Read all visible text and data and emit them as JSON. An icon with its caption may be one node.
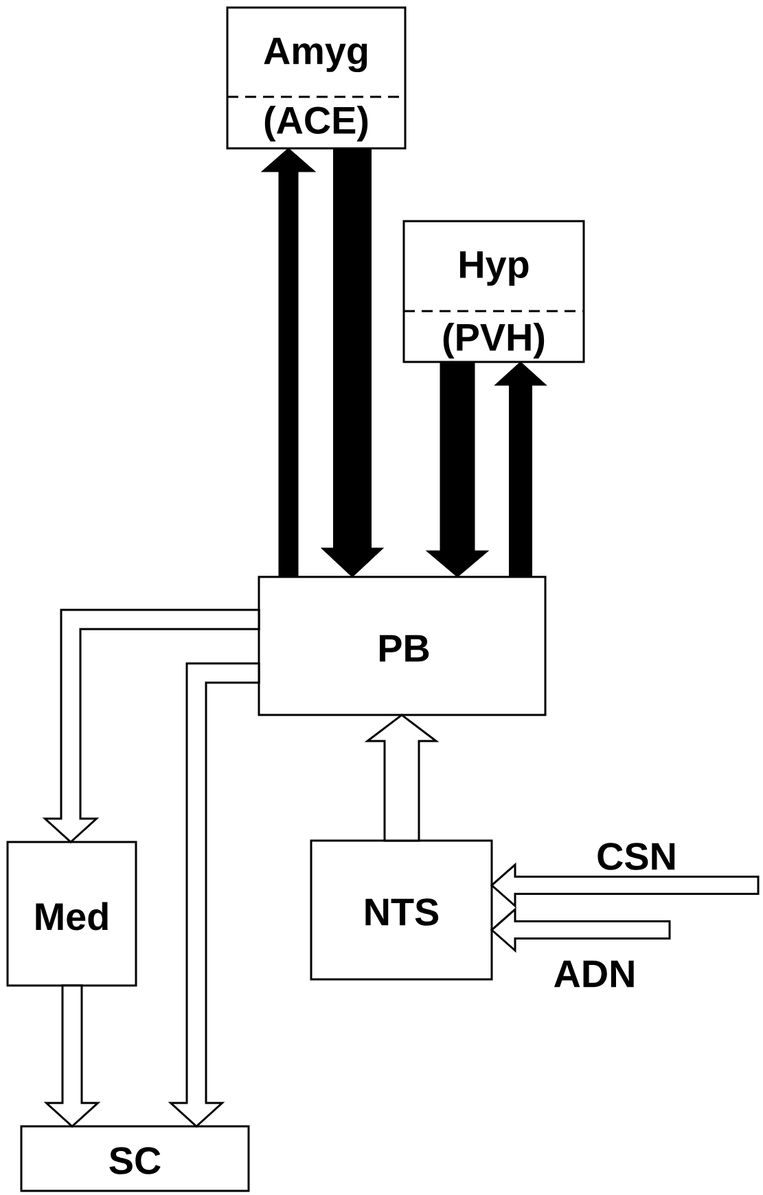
{
  "diagram": {
    "nodes": [
      {
        "text": [
          "Amyg",
          "(ACE)"
        ]
      },
      {
        "text": [
          "Hyp",
          "(PVH)"
        ]
      },
      {
        "text": [
          "PB"
        ]
      },
      {
        "text": [
          "Med"
        ]
      },
      {
        "text": [
          "SC"
        ]
      },
      {
        "text": [
          "NTS"
        ]
      }
    ],
    "edges": [
      {
        "from": 2,
        "to": 0,
        "arrow": "to",
        "style": "thick"
      },
      {
        "from": 0,
        "to": 2,
        "arrow": "to",
        "style": "thick"
      },
      {
        "from": 1,
        "to": 2,
        "arrow": "to",
        "style": "thick"
      },
      {
        "from": 2,
        "to": 1,
        "arrow": "to",
        "style": "thick"
      },
      {
        "from": 5,
        "to": 2,
        "arrow": "to"
      },
      {
        "from": 2,
        "to": 3,
        "arrow": "to"
      },
      {
        "from": 2,
        "to": 4,
        "arrow": "to"
      },
      {
        "from": 3,
        "to": 4,
        "arrow": "to"
      },
      {
        "from": null,
        "to": 5,
        "arrow": "to",
        "label": "CSN"
      },
      {
        "from": null,
        "to": 5,
        "arrow": "to",
        "label": "ADN"
      }
    ]
  }
}
